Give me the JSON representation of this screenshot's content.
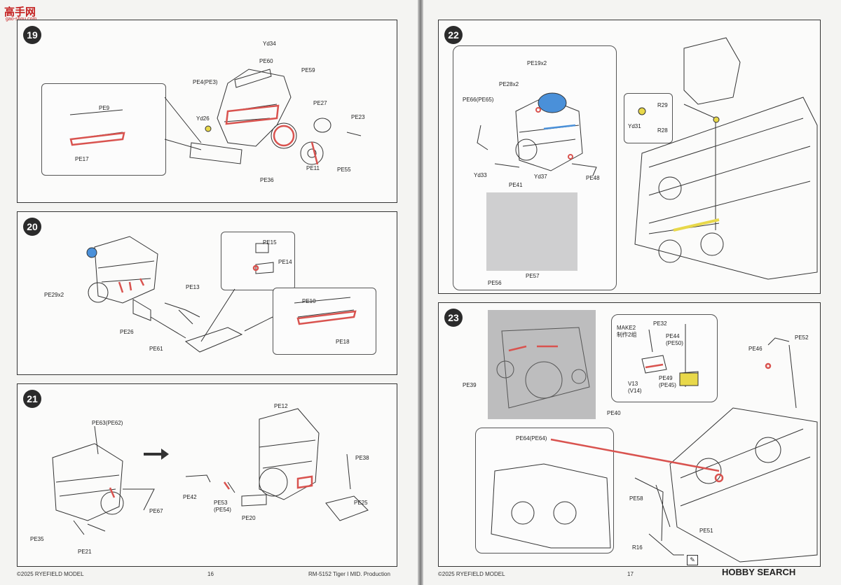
{
  "watermark": {
    "logo": "高手网",
    "url": "gao-shou.com"
  },
  "left_page": {
    "footer_left": "©2025 RYEFIELD MODEL",
    "footer_page": "16",
    "footer_right": "RM-5152 Tiger I MID. Production"
  },
  "right_page": {
    "footer_left": "©2025 RYEFIELD MODEL",
    "footer_page": "17",
    "brand": "HOBBY SEARCH"
  },
  "steps": {
    "s19": {
      "number": "19",
      "labels": [
        "Yd34",
        "PE60",
        "PE4(PE3)",
        "PE59",
        "Yd26",
        "PE27",
        "PE23",
        "PE36",
        "PE11",
        "PE55",
        "PE9",
        "PE17"
      ]
    },
    "s20": {
      "number": "20",
      "labels": [
        "PE29x2",
        "PE26",
        "PE61",
        "PE13",
        "PE15",
        "PE14",
        "PE10",
        "PE18"
      ]
    },
    "s21": {
      "number": "21",
      "labels": [
        "PE63(PE62)",
        "PE12",
        "PE38",
        "PE67",
        "PE35",
        "PE21",
        "PE42",
        "PE53",
        "(PE54)",
        "PE20",
        "PE25"
      ]
    },
    "s22": {
      "number": "22",
      "labels": [
        "PE19x2",
        "PE28x2",
        "PE66(PE65)",
        "Yd33",
        "PE41",
        "Yd37",
        "PE48",
        "PE56",
        "PE57",
        "R29",
        "R28",
        "Yd31"
      ]
    },
    "s23": {
      "number": "23",
      "labels": [
        "PE32",
        "MAKE2",
        "制作2组",
        "PE44",
        "(PE50)",
        "V13",
        "(V14)",
        "PE49",
        "(PE45)",
        "PE39",
        "PE40",
        "PE46",
        "PE52",
        "PE64(PE64)",
        "PE58",
        "PE51",
        "R16"
      ]
    }
  },
  "colors": {
    "highlight": "#d9534f",
    "blue": "#4a90d9",
    "yellow": "#e8d84a",
    "ink": "#333333"
  }
}
